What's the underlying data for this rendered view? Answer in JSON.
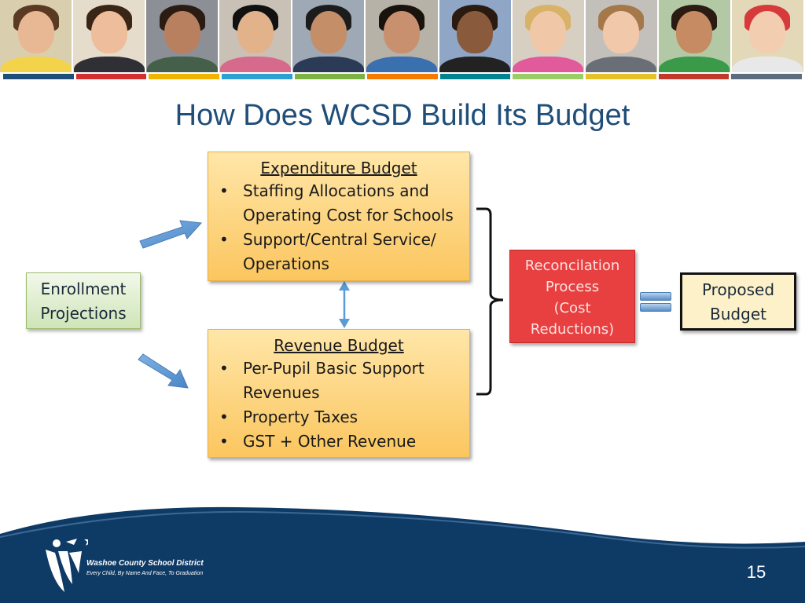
{
  "slide": {
    "title": "How Does WCSD Build Its Budget",
    "page_number": "15"
  },
  "header_bar_colors": [
    "#1f4e79",
    "#d32f2f",
    "#f0b400",
    "#2e9fd4",
    "#7cb342",
    "#f57c00",
    "#00838f",
    "#9ccc65",
    "#e6c229",
    "#c0392b",
    "#5d6d7e"
  ],
  "diagram": {
    "input": [
      "Enrollment",
      "Projections"
    ],
    "expenditure": {
      "heading": "Expenditure Budget",
      "items": [
        "Staffing Allocations and Operating Cost for Schools",
        "Support/Central Service/ Operations"
      ]
    },
    "revenue": {
      "heading": "Revenue Budget",
      "items": [
        "Per-Pupil Basic Support Revenues",
        "Property Taxes",
        "GST + Other Revenue"
      ]
    },
    "reconciliation": [
      "Reconcilation",
      "Process",
      "(Cost",
      "Reductions)"
    ],
    "output": [
      "Proposed",
      "Budget"
    ]
  },
  "footer": {
    "organization": "Washoe County School District",
    "tagline": "Every Child, By Name And Face, To Graduation"
  },
  "colors": {
    "title": "#1f4e79",
    "footer": "#0e3a66",
    "arrow": "#5b9bd5",
    "reconciliation": "#e84040"
  }
}
